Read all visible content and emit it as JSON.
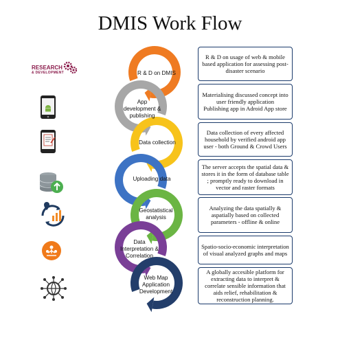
{
  "title": "DMIS Work Flow",
  "logo": {
    "line1": "RESEARCH",
    "line2": "& DEVELOPMENT"
  },
  "steps": [
    {
      "label": "R & D on DMIS",
      "color": "#ef7b22",
      "description": "R & D on usage of web & mobile based application for assessing post-disaster scenario"
    },
    {
      "label": "App development & publishing",
      "color": "#a7a7a7",
      "description": "Materialising discussed concept into user friendly application\nPublishing app in Adroid App store"
    },
    {
      "label": "Data collection",
      "color": "#f7c31b",
      "description": "Data collection of every affected household by verified android app user - both Ground & Crowd Users"
    },
    {
      "label": "Uploading data",
      "color": "#3d73c4",
      "description": "The server accepts the spatial data & stores it in the form of database table ; promptly ready to download in vector and raster formats"
    },
    {
      "label": "Geostatistical analysis",
      "color": "#6bb544",
      "description": "Analyzing the data spatially & aspatially based on collected parameters - offline & online"
    },
    {
      "label": "Data Interpretation & Correlation",
      "color": "#7a3f97",
      "description": "Spatio-socio-economic interpretation of visual analyzed graphs and maps"
    },
    {
      "label": "Web Map Application Development",
      "color": "#233e6b",
      "description": "A globally accesible platform for extracting data to interpret & correlate sensible information that aids relief, rehabilitation & reconstruction planning."
    }
  ],
  "icons": [
    "research-development-logo",
    "android-phone-icon",
    "survey-phone-icon",
    "database-upload-icon",
    "geo-analysis-icon",
    "people-network-icon",
    "globe-network-icon"
  ]
}
